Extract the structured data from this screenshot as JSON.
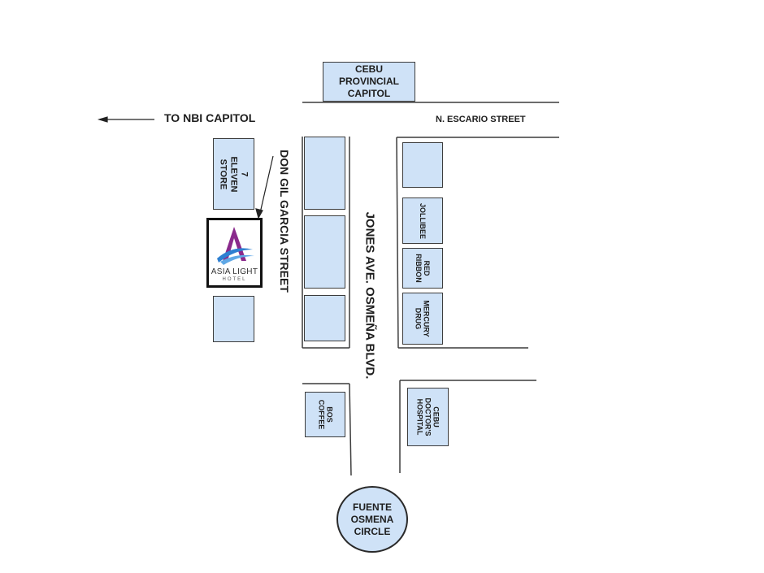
{
  "places": {
    "capitol": [
      "CEBU",
      "PROVINCIAL",
      "CAPITOL"
    ],
    "to_nbi": "TO NBI CAPITOL",
    "escario": "N. ESCARIO STREET",
    "seven_eleven": [
      "7",
      "ELEVEN",
      "STORE"
    ],
    "don_gil": "DON GIL GARCIA STREET",
    "jones": "JONES AVE. OSMEÑA BLVD.",
    "jollibee": "JOLLIBEE",
    "red_ribbon": [
      "RED",
      "RIBBON"
    ],
    "mercury": [
      "MERCURY",
      "DRUG"
    ],
    "bos_coffee": [
      "BOS",
      "COFFEE"
    ],
    "cebu_doctors": [
      "CEBU",
      "DOCTOR'S",
      "HOSPITAL"
    ],
    "fuente": [
      "FUENTE",
      "OSMENA",
      "CIRCLE"
    ]
  },
  "hotel": {
    "name": "ASIA LIGHT",
    "sub": "HOTEL"
  },
  "colors": {
    "block_fill": "#cfe2f7",
    "line": "#3c3c3c",
    "logo_purple": "#8a2a8c",
    "logo_blue": "#2d7fd1"
  }
}
